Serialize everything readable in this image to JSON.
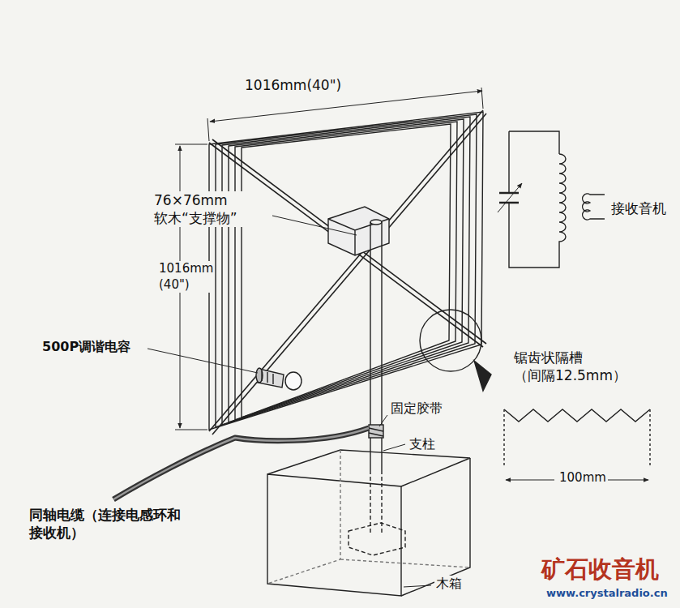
{
  "diagram": {
    "labels": [
      "1016mm(40\")",
      "76×76mm 软木“支撑物”",
      "1016mm (40\")",
      "500P调谐电容",
      "固定胶带",
      "支柱",
      "同轴电缆（连接电感环和 接收机）",
      "木箱",
      "接收音机",
      "锯齿状隔槽 （间隔12.5mm）",
      "100mm",
      "矿石收音机",
      "www.crystalradio.cn"
    ]
  }
}
